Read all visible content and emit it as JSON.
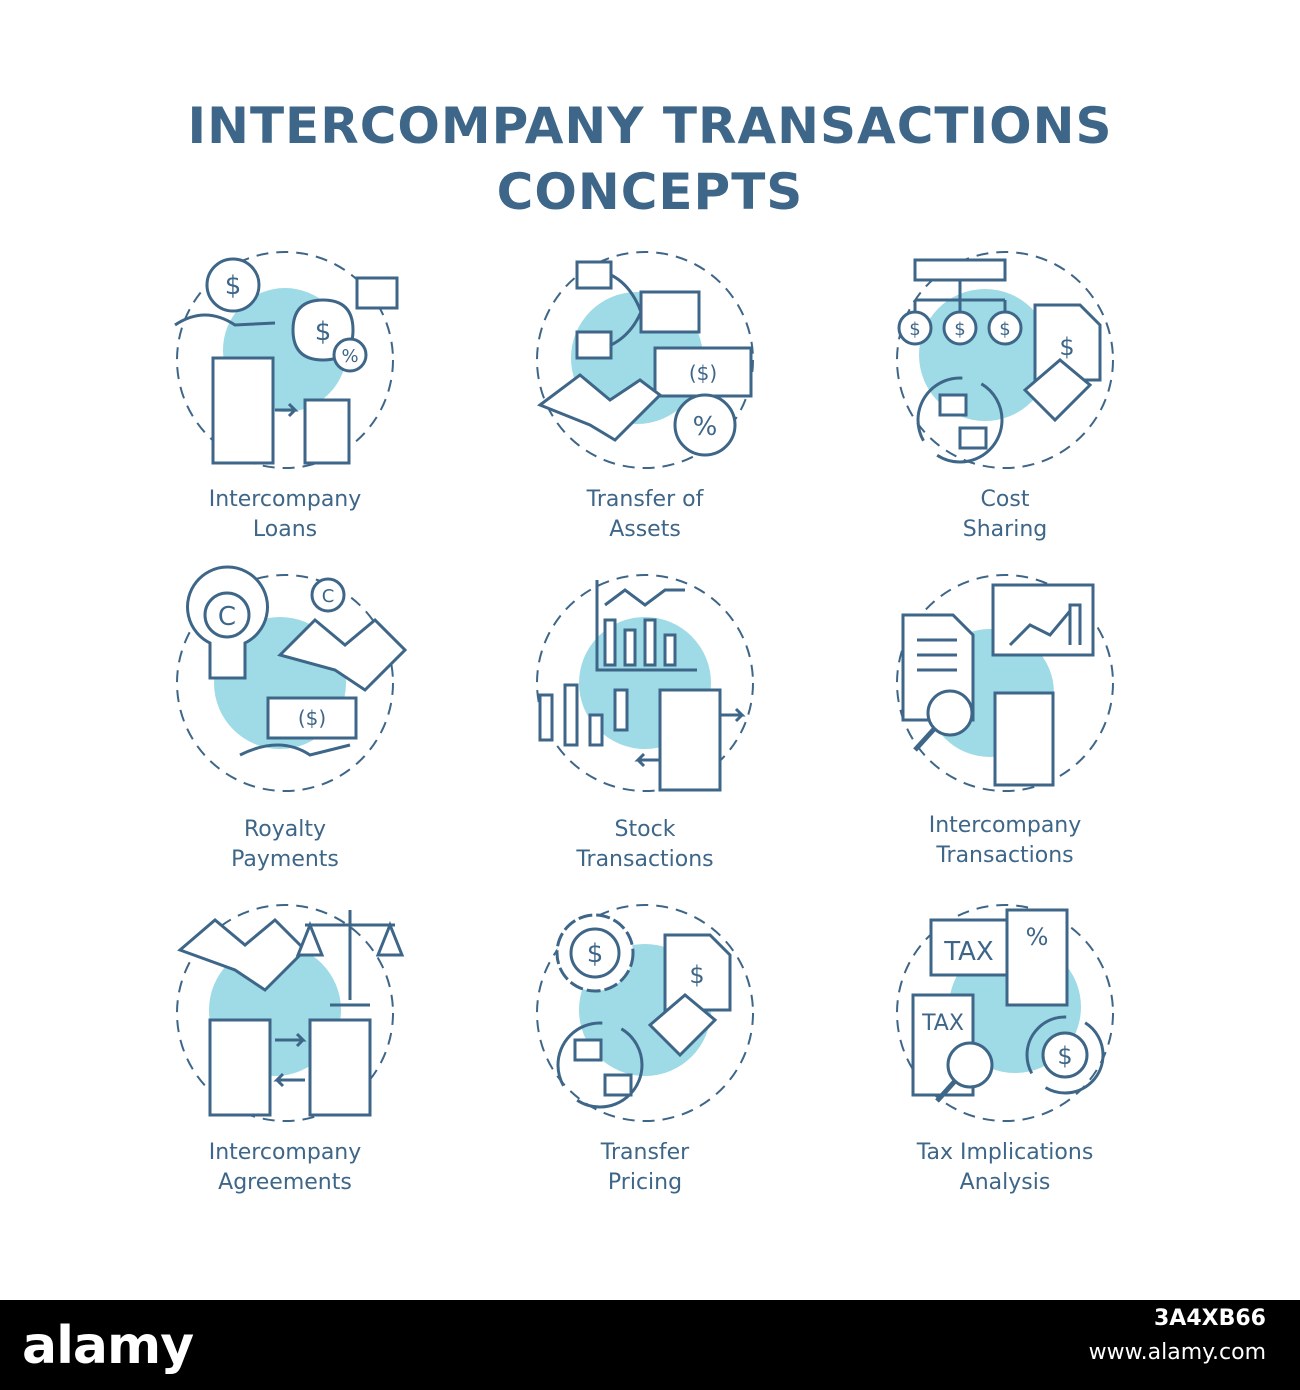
{
  "title": {
    "line1": "INTERCOMPANY TRANSACTIONS",
    "line2": "CONCEPTS"
  },
  "colors": {
    "stroke": "#3e6688",
    "accent_fill": "#9edbe6",
    "text": "#3e6688"
  },
  "concepts": [
    {
      "line1": "Intercompany",
      "line2": "Loans",
      "icon": "intercompany-loans-icon"
    },
    {
      "line1": "Transfer of",
      "line2": "Assets",
      "icon": "transfer-of-assets-icon"
    },
    {
      "line1": "Cost",
      "line2": "Sharing",
      "icon": "cost-sharing-icon"
    },
    {
      "line1": "Royalty",
      "line2": "Payments",
      "icon": "royalty-payments-icon"
    },
    {
      "line1": "Stock",
      "line2": "Transactions",
      "icon": "stock-transactions-icon"
    },
    {
      "line1": "Intercompany",
      "line2": "Transactions",
      "icon": "intercompany-transactions-icon"
    },
    {
      "line1": "Intercompany",
      "line2": "Agreements",
      "icon": "intercompany-agreements-icon"
    },
    {
      "line1": "Transfer",
      "line2": "Pricing",
      "icon": "transfer-pricing-icon"
    },
    {
      "line1": "Tax Implications",
      "line2": "Analysis",
      "icon": "tax-implications-icon"
    }
  ],
  "icon_text": {
    "dollar": "$",
    "percent": "%",
    "copyright": "C",
    "bill": "($)",
    "tax": "TAX"
  },
  "watermark": {
    "logo": "alamy",
    "image_id": "3A4XB66",
    "url": "www.alamy.com"
  }
}
